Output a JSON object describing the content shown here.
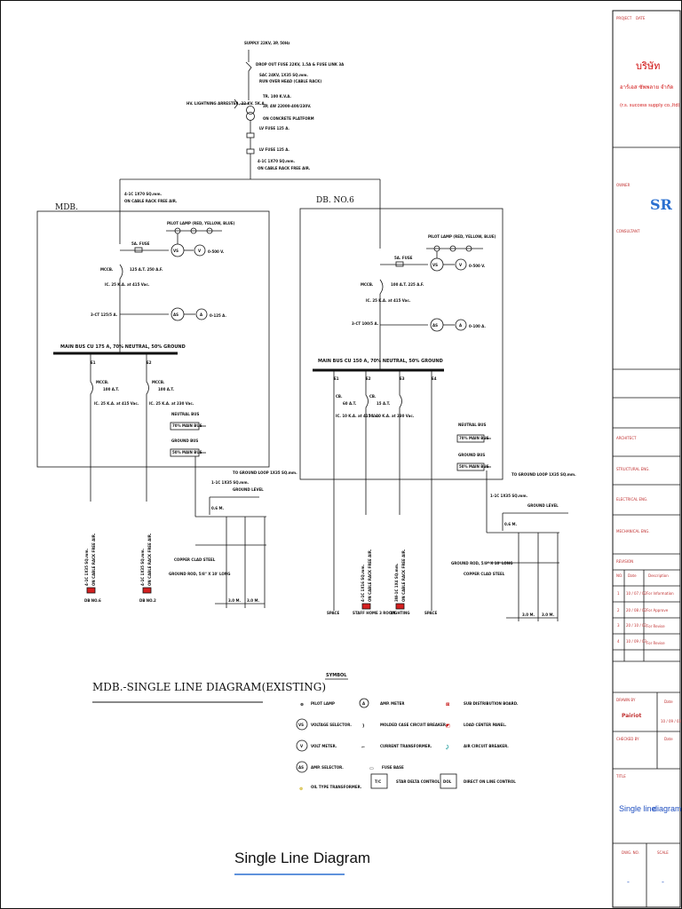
{
  "source": {
    "supply": "SUPPLY 22KV, 3P, 50Hz",
    "dropout": "DROP OUT FUSE 22KV, 1.5A & FUSE LINK 3A",
    "hv_cable": "SAC 24KV, 1X35 SQ.mm.",
    "hv_cable_run": "RUN OVER HEAD (CABLE RACK)",
    "transformer": "TR. 100 K.V.A.",
    "tr_spec": "3P, 4W 22000-400/230V.",
    "tr_base": "ON CONCRETE PLATFORM",
    "arrester": "HV. LIGHTNING ARRESTER, 22 KV. 5K.A.",
    "lv_fuse": "LV FUSE 125 A.",
    "lv_fuse2": "LV FUSE 125 A.",
    "lv_cable": "4-1C 1X70 SQ.mm.",
    "lv_cable_run": "ON CABLE RACK FREE AIR."
  },
  "feeder": {
    "cable": "4-1C 1X70 SQ.mm.",
    "run": "ON CABLE RACK FREE AIR."
  },
  "mdb": {
    "name": "MDB.",
    "pilot": "PILOT LAMP (RED, YELLOW, BLUE)",
    "fuse": "5A. FUSE",
    "volt": "0-500 V.",
    "mccb": "MCCB.",
    "mccb_rating": "125 A.T. 250 A.F.",
    "mccb_ic": "IC. 25 K.A. at 415 Vac.",
    "ct": "3-CT 125/5 A.",
    "amp": "0-125 A.",
    "bus": "MAIN BUS CU 175 A, 70% NEUTRAL, 50% GROUND",
    "breakers": [
      {
        "no": "E1",
        "name": "MCCB.",
        "rating": "100 A.T.",
        "ic": "IC. 25 K.A. at 415 Vac."
      },
      {
        "no": "E2",
        "name": "MCCB.",
        "rating": "100 A.T.",
        "ic": "IC. 25 K.A. at 230 Vac."
      }
    ],
    "neutral_bus": "NEUTRAL BUS",
    "neutral_tag": "70% MAIN BUS",
    "ground_bus": "GROUND BUS",
    "ground_tag": "50% MAIN BUS",
    "ground_loop": "TO GROUND LOOP 1X35 SQ.mm.",
    "ground_loop_cable": "1-1C 1X35 SQ.mm.",
    "ground_level": "GROUND LEVEL",
    "depth": "0.6 M.",
    "copper": "COPPER CLAD STEEL",
    "rod": "GROUND ROD, 5/8\" X 10' LONG",
    "spacing1": "3.0 M.",
    "spacing2": "3.0 M.",
    "outs": [
      {
        "cable": "4-1C 1X35 SQ.mm.",
        "run": "ON CABLE RACK FREE AIR.",
        "dest": "DB NO.6"
      },
      {
        "cable": "4-1C 1X35 SQ.mm.",
        "run": "ON CABLE RACK FREE AIR.",
        "dest": "DB NO.2"
      }
    ]
  },
  "db6": {
    "name": "DB. NO.6",
    "pilot": "PILOT LAMP (RED, YELLOW, BLUE)",
    "fuse": "5A. FUSE",
    "volt": "0-500 V.",
    "mccb": "MCCB.",
    "mccb_rating": "100 A.T. 225 A.F.",
    "mccb_ic": "IC. 25 K.A. at 415 Vac.",
    "ct": "3-CT 100/5 A.",
    "amp": "0-100 A.",
    "bus": "MAIN BUS CU 150 A, 70% NEUTRAL, 50% GROUND",
    "breakers": [
      {
        "no": "E1",
        "name": "",
        "rating": "",
        "ic": "",
        "dest": "SPACE"
      },
      {
        "no": "E2",
        "name": "CB.",
        "rating": "60 A.T.",
        "ic": "IC. 10 K.A. at 415 Vac.",
        "dest": "STAFF HOME 3 ROOM"
      },
      {
        "no": "E3",
        "name": "CB.",
        "rating": "15 A.T.",
        "ic": "IC. 10 K.A. at 230 Vac.",
        "dest": "LIGHTING"
      },
      {
        "no": "E4",
        "name": "",
        "rating": "",
        "ic": "",
        "dest": "SPACE"
      }
    ],
    "e2_cable": "4-1C 1X16 SQ.mm.",
    "e2_run": "ON CABLE RACK FREE AIR.",
    "e3_cable": "3W-1C 1X4 SQ.mm.",
    "e3_run": "ON CABLE RACK FREE AIR.",
    "neutral_bus": "NEUTRAL BUS",
    "neutral_tag": "70% MAIN BUS",
    "ground_bus": "GROUND BUS",
    "ground_tag": "50% MAIN BUS",
    "ground_loop": "TO GROUND LOOP 1X35 SQ.mm.",
    "ground_loop_cable": "1-1C 1X35 SQ.mm.",
    "ground_level": "GROUND LEVEL",
    "depth": "0.6 M.",
    "copper": "COPPER CLAD STEEL",
    "rod": "GROUND ROD, 5/8\" X 10' LONG",
    "spacing1": "3.0 M.",
    "spacing2": "3.0 M."
  },
  "drawing_title": "MDB.-SINGLE LINE DIAGRAM(EXISTING)",
  "symbols": {
    "title": "SYMBOL",
    "items": [
      {
        "sym": "⊗",
        "text": "PILOT LAMP"
      },
      {
        "sym": "A",
        "text": "AMP. METER"
      },
      {
        "sym": "⊠",
        "text": "SUB DISTRIBUTION BOARD."
      },
      {
        "sym": "VS",
        "text": "VOLTAGE SELECTOR."
      },
      {
        "sym": ")",
        "text": "MOLDED CASE CIRCUIT BREAKER."
      },
      {
        "sym": "◩",
        "text": "LOAD CENTER PANEL."
      },
      {
        "sym": "V",
        "text": "VOLT METER."
      },
      {
        "sym": "⌐",
        "text": "CURRENT TRANSFORMER."
      },
      {
        "sym": "⤸",
        "text": "AIR CIRCUIT BREAKER."
      },
      {
        "sym": "AS",
        "text": "AMP. SELECTOR."
      },
      {
        "sym": "▭",
        "text": "FUSE BASE"
      },
      {
        "sym": "⊚",
        "text": "OIL TYPE TRANSFORMER."
      },
      {
        "sym": "T/C",
        "text": "STAR DELTA CONTROL"
      },
      {
        "sym": "DOL",
        "text": "DIRECT ON LINE CONTROL"
      }
    ]
  },
  "footer_title": "Single Line Diagram",
  "title_block": {
    "project": "PROJECT",
    "date": "DATE",
    "company_th": "บริษัท",
    "company_th2": "อาร์เอส ซัพพลาย จำกัด",
    "company_en": "(r.s. success supply co.,ltd)",
    "owner": "OWNER",
    "consultant": "CONSULTANT",
    "logo": "SR",
    "architect": "ARCHITECT",
    "structural": "STRUCTURAL ENG.",
    "electrical": "ELECTRICAL ENG.",
    "mechanical": "MECHANICAL ENG.",
    "revision": "REVISION",
    "rev_headers": [
      "NO.",
      "Date",
      "Description"
    ],
    "revisions": [
      {
        "no": "1",
        "date": "10 / 07 / 02",
        "desc": "For Information"
      },
      {
        "no": "2",
        "date": "20 / 08 / 02",
        "desc": "For Approve"
      },
      {
        "no": "3",
        "date": "20 / 10 / 02",
        "desc": "For Revise"
      },
      {
        "no": "4",
        "date": "10 / 09 / 03",
        "desc": "For Revise"
      }
    ],
    "drawn_label": "DRAWN BY",
    "drawn_name": "Pairiot",
    "date_label": "Date",
    "date_value": "10 / 09 / 03",
    "checked_label": "CHECKED BY",
    "checked_date": "Date",
    "title_label": "TITLE",
    "title_line1": "Single line",
    "title_line2": "diagram",
    "dwg_label": "DWG. NO.",
    "scale_label": "SCALE",
    "dwg_value": "-",
    "scale_value": "-"
  }
}
